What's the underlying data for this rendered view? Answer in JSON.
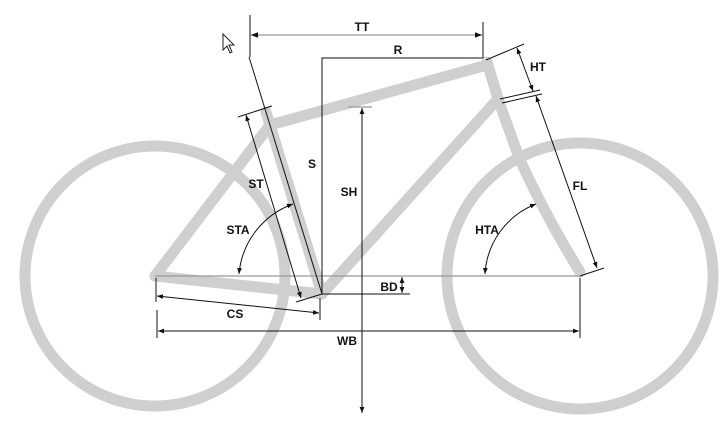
{
  "diagram": {
    "labels": {
      "tt": "TT",
      "r": "R",
      "ht": "HT",
      "st": "ST",
      "s": "S",
      "sh": "SH",
      "fl": "FL",
      "sta": "STA",
      "hta": "HTA",
      "bd": "BD",
      "cs": "CS",
      "wb": "WB"
    },
    "colors": {
      "frame": "#cfcfcf",
      "dimension": "#111111"
    }
  }
}
